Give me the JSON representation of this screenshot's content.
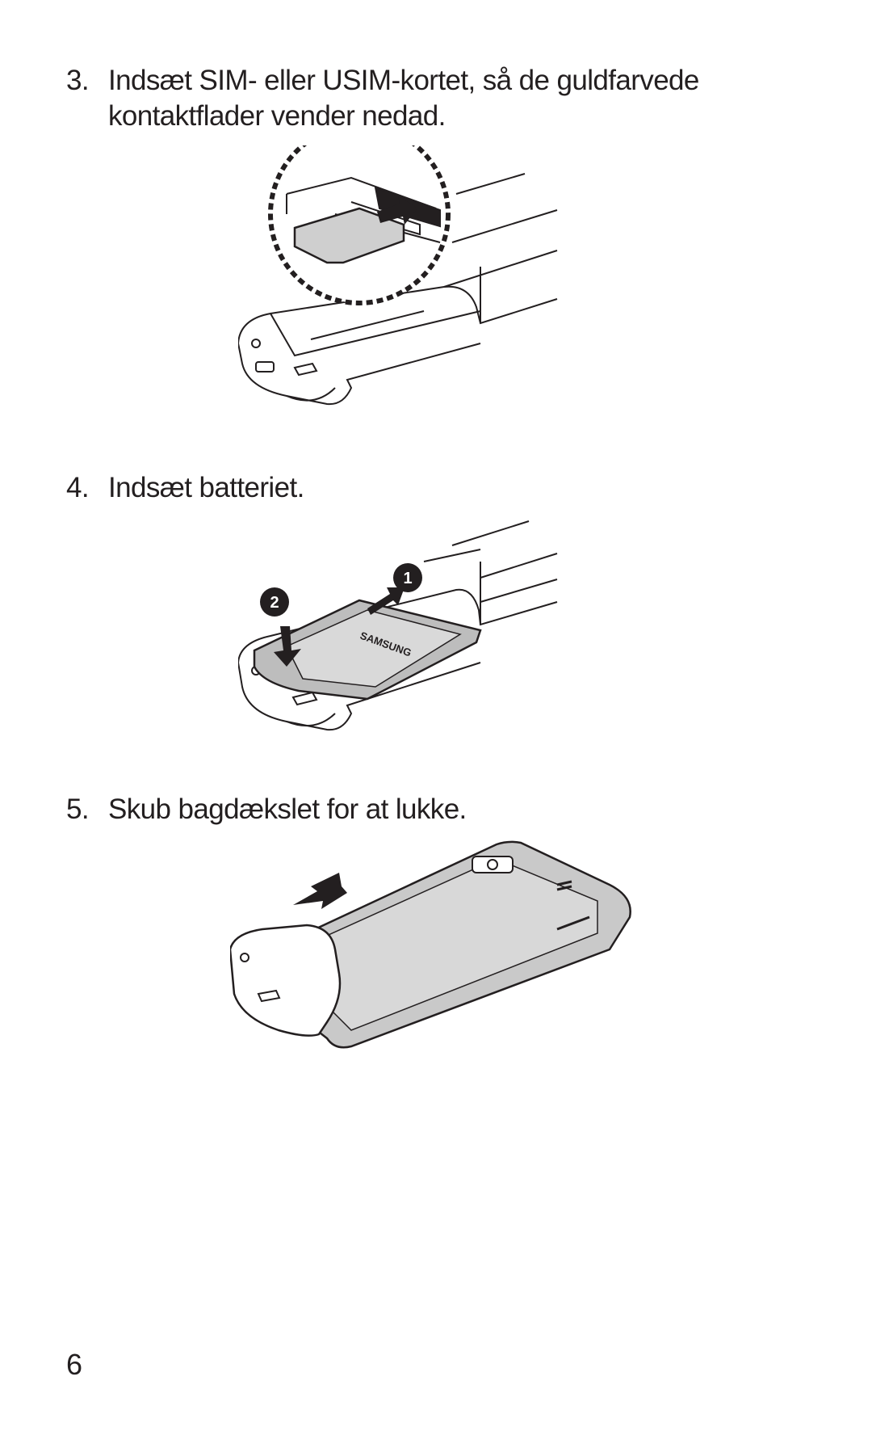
{
  "steps": [
    {
      "number": "3.",
      "text": "Indsæt SIM- eller USIM-kortet, så de guldfarvede kontaktflader vender nedad."
    },
    {
      "number": "4.",
      "text": "Indsæt batteriet."
    },
    {
      "number": "5.",
      "text": "Skub bagdækslet for at lukke."
    }
  ],
  "figures": {
    "battery_brand": "SAMSUNG",
    "callout_1": "1",
    "callout_2": "2"
  },
  "page_number": "6"
}
